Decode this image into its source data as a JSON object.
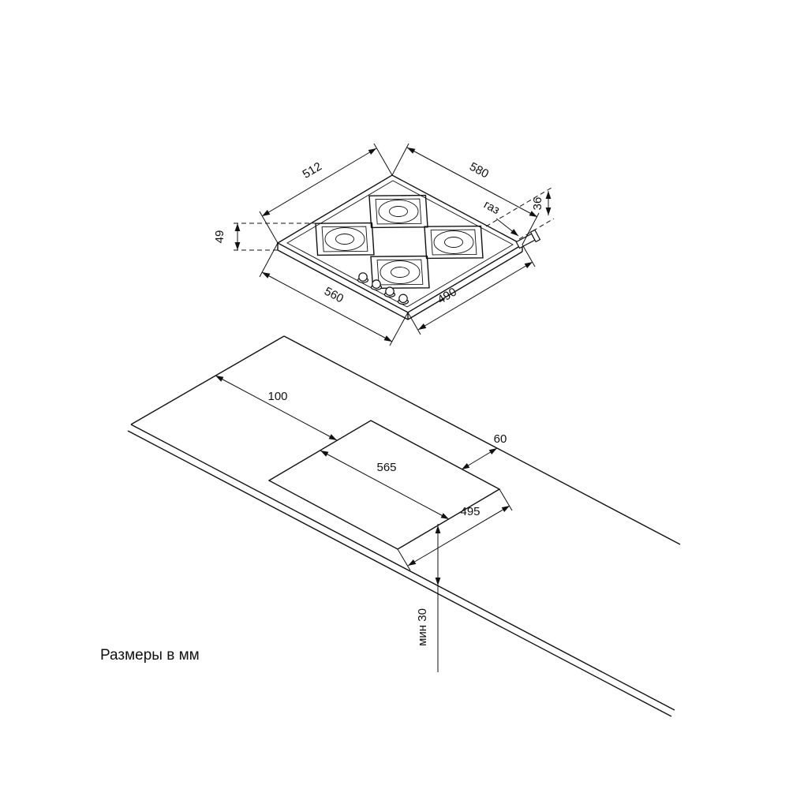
{
  "diagram": {
    "units_note": "Размеры в мм",
    "hob": {
      "width_top": "512",
      "depth_top": "580",
      "connector_height": "36",
      "gas_label": "газ",
      "total_height": "49",
      "width_bottom": "560",
      "depth_bottom": "490"
    },
    "cutout": {
      "side_clearance": "100",
      "rear_clearance": "60",
      "length": "565",
      "depth": "495",
      "front_clearance": "мин 30"
    }
  }
}
